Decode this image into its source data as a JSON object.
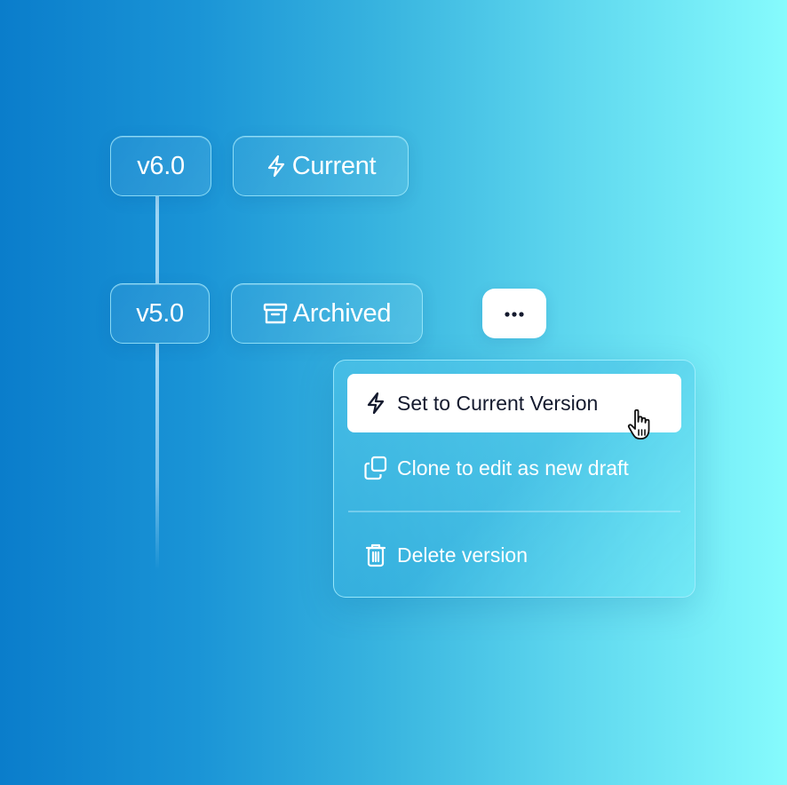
{
  "timeline": {
    "versions": [
      {
        "label": "v6.0",
        "status_label": "Current",
        "status_icon": "lightning-icon"
      },
      {
        "label": "v5.0",
        "status_label": "Archived",
        "status_icon": "archive-box-icon"
      }
    ]
  },
  "more_button": {
    "label": "•••",
    "icon": "ellipsis-icon"
  },
  "context_menu": {
    "items": [
      {
        "label": "Set to Current Version",
        "icon": "lightning-icon",
        "state": "hovered"
      },
      {
        "label": "Clone to edit as new draft",
        "icon": "copy-icon"
      },
      {
        "label": "Delete version",
        "icon": "trash-icon"
      }
    ]
  },
  "cursor": {
    "type": "pointer-hand"
  },
  "colors": {
    "background_left": "#0a7dcb",
    "background_right": "#86fbfd",
    "menu_active_bg": "#ffffff",
    "menu_active_text": "#141a2e",
    "text_light": "#ffffff"
  }
}
